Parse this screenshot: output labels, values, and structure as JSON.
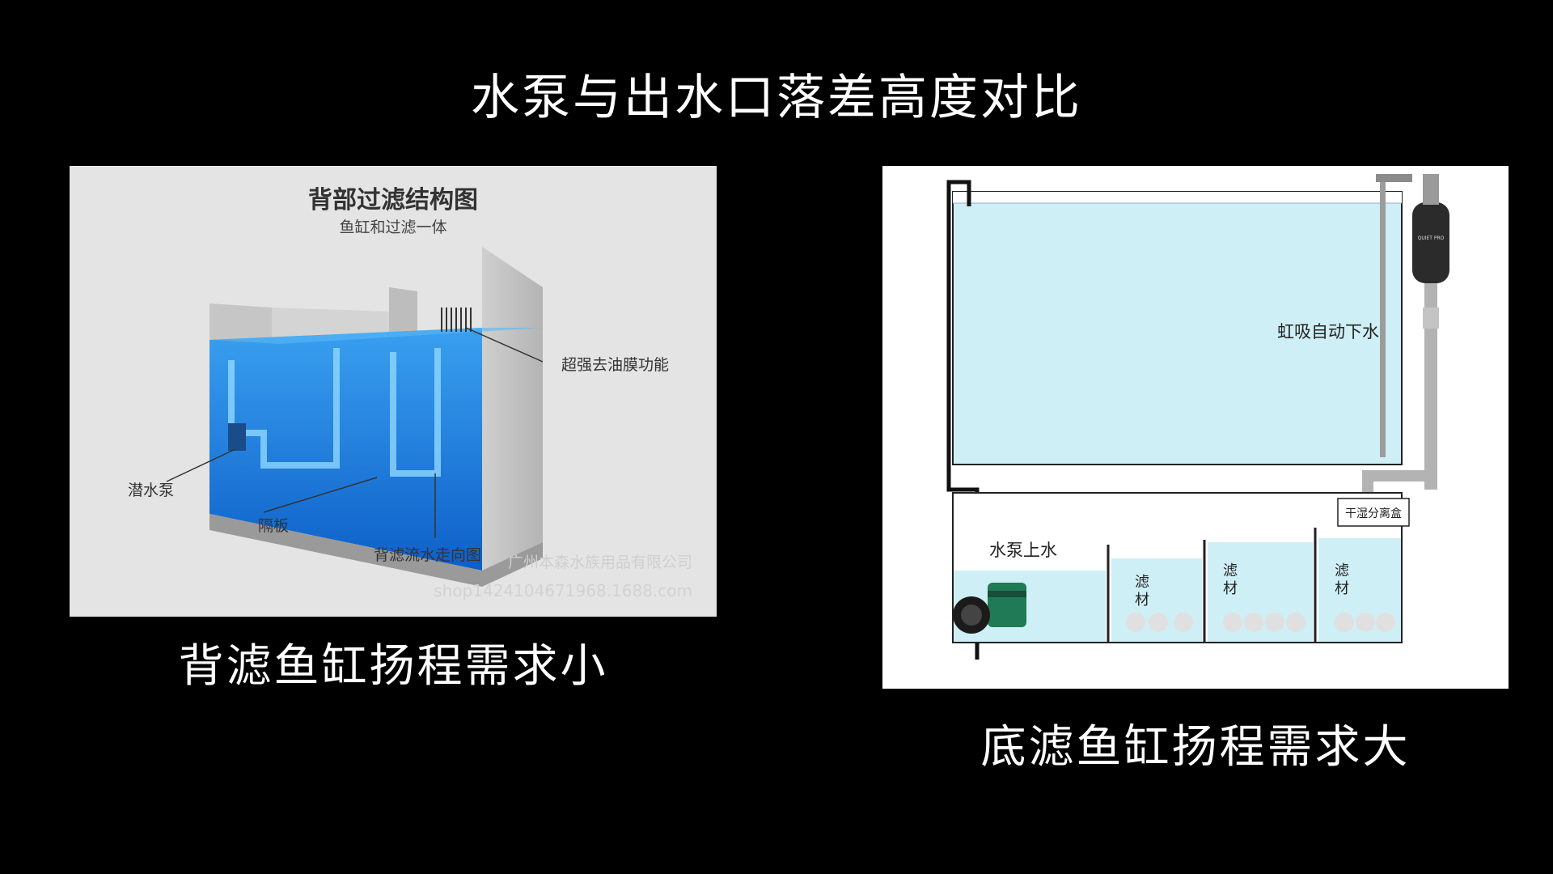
{
  "title": "水泵与出水口落差高度对比",
  "left": {
    "caption": "背滤鱼缸扬程需求小",
    "diagram_title": "背部过滤结构图",
    "diagram_subtitle": "鱼缸和过滤一体",
    "labels": {
      "skimmer": "超强去油膜功能",
      "pump": "潜水泵",
      "divider": "隔板",
      "flow": "背滤流水走向图"
    },
    "watermark": [
      "广州本森水族用品有限公司",
      "shop1424104671968.1688.com"
    ],
    "colors": {
      "water": "#1f7fe0",
      "tank": "#9a9a9a",
      "bg": "#e4e4e4"
    }
  },
  "right": {
    "caption": "底滤鱼缸扬程需求大",
    "labels": {
      "siphon": "虹吸自动下水",
      "pump_up": "水泵上水",
      "separator": "干湿分离盒",
      "media": [
        "滤材",
        "滤材",
        "滤材"
      ],
      "brand": "QUIET PRO"
    },
    "colors": {
      "water": "#cdeef5",
      "pump_body": "#1f7a55",
      "pipe": "#a9a9a9"
    }
  }
}
